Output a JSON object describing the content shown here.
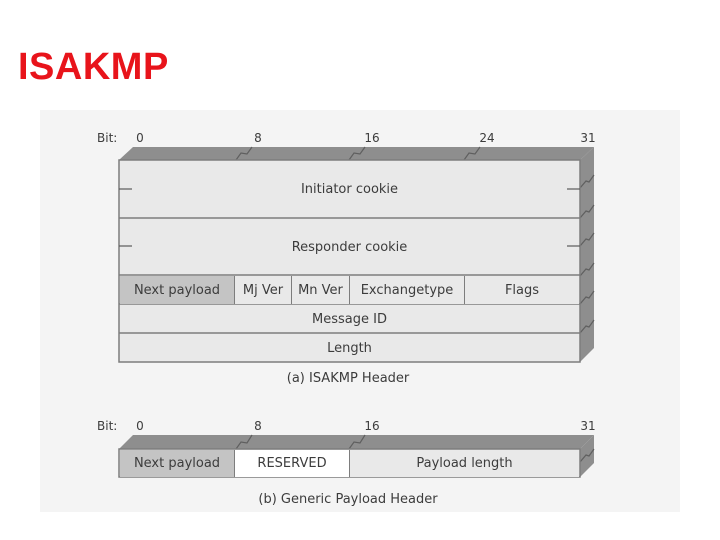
{
  "slide": {
    "title": "ISAKMP"
  },
  "isakmp_header": {
    "bit_prefix": "Bit:",
    "bits": [
      "0",
      "8",
      "16",
      "24",
      "31"
    ],
    "rows": [
      {
        "fields": [
          {
            "label": "Initiator cookie"
          }
        ]
      },
      {
        "fields": [
          {
            "label": "Responder cookie"
          }
        ]
      },
      {
        "fields": [
          {
            "label": "Next payload"
          },
          {
            "label": "Mj Ver"
          },
          {
            "label": "Mn Ver"
          },
          {
            "label": "Exchangetype"
          },
          {
            "label": "Flags"
          }
        ]
      },
      {
        "fields": [
          {
            "label": "Message ID"
          }
        ]
      },
      {
        "fields": [
          {
            "label": "Length"
          }
        ]
      }
    ],
    "caption": "(a) ISAKMP Header"
  },
  "generic_payload_header": {
    "bit_prefix": "Bit:",
    "bits": [
      "0",
      "8",
      "16",
      "31"
    ],
    "fields": [
      {
        "label": "Next payload"
      },
      {
        "label": "RESERVED"
      },
      {
        "label": "Payload length"
      }
    ],
    "caption": "(b) Generic Payload Header"
  },
  "colors": {
    "title": "#e8141b",
    "dark_field": "#c4c4c4",
    "light_field": "#e9e9e9",
    "border": "#7d7d7d"
  }
}
